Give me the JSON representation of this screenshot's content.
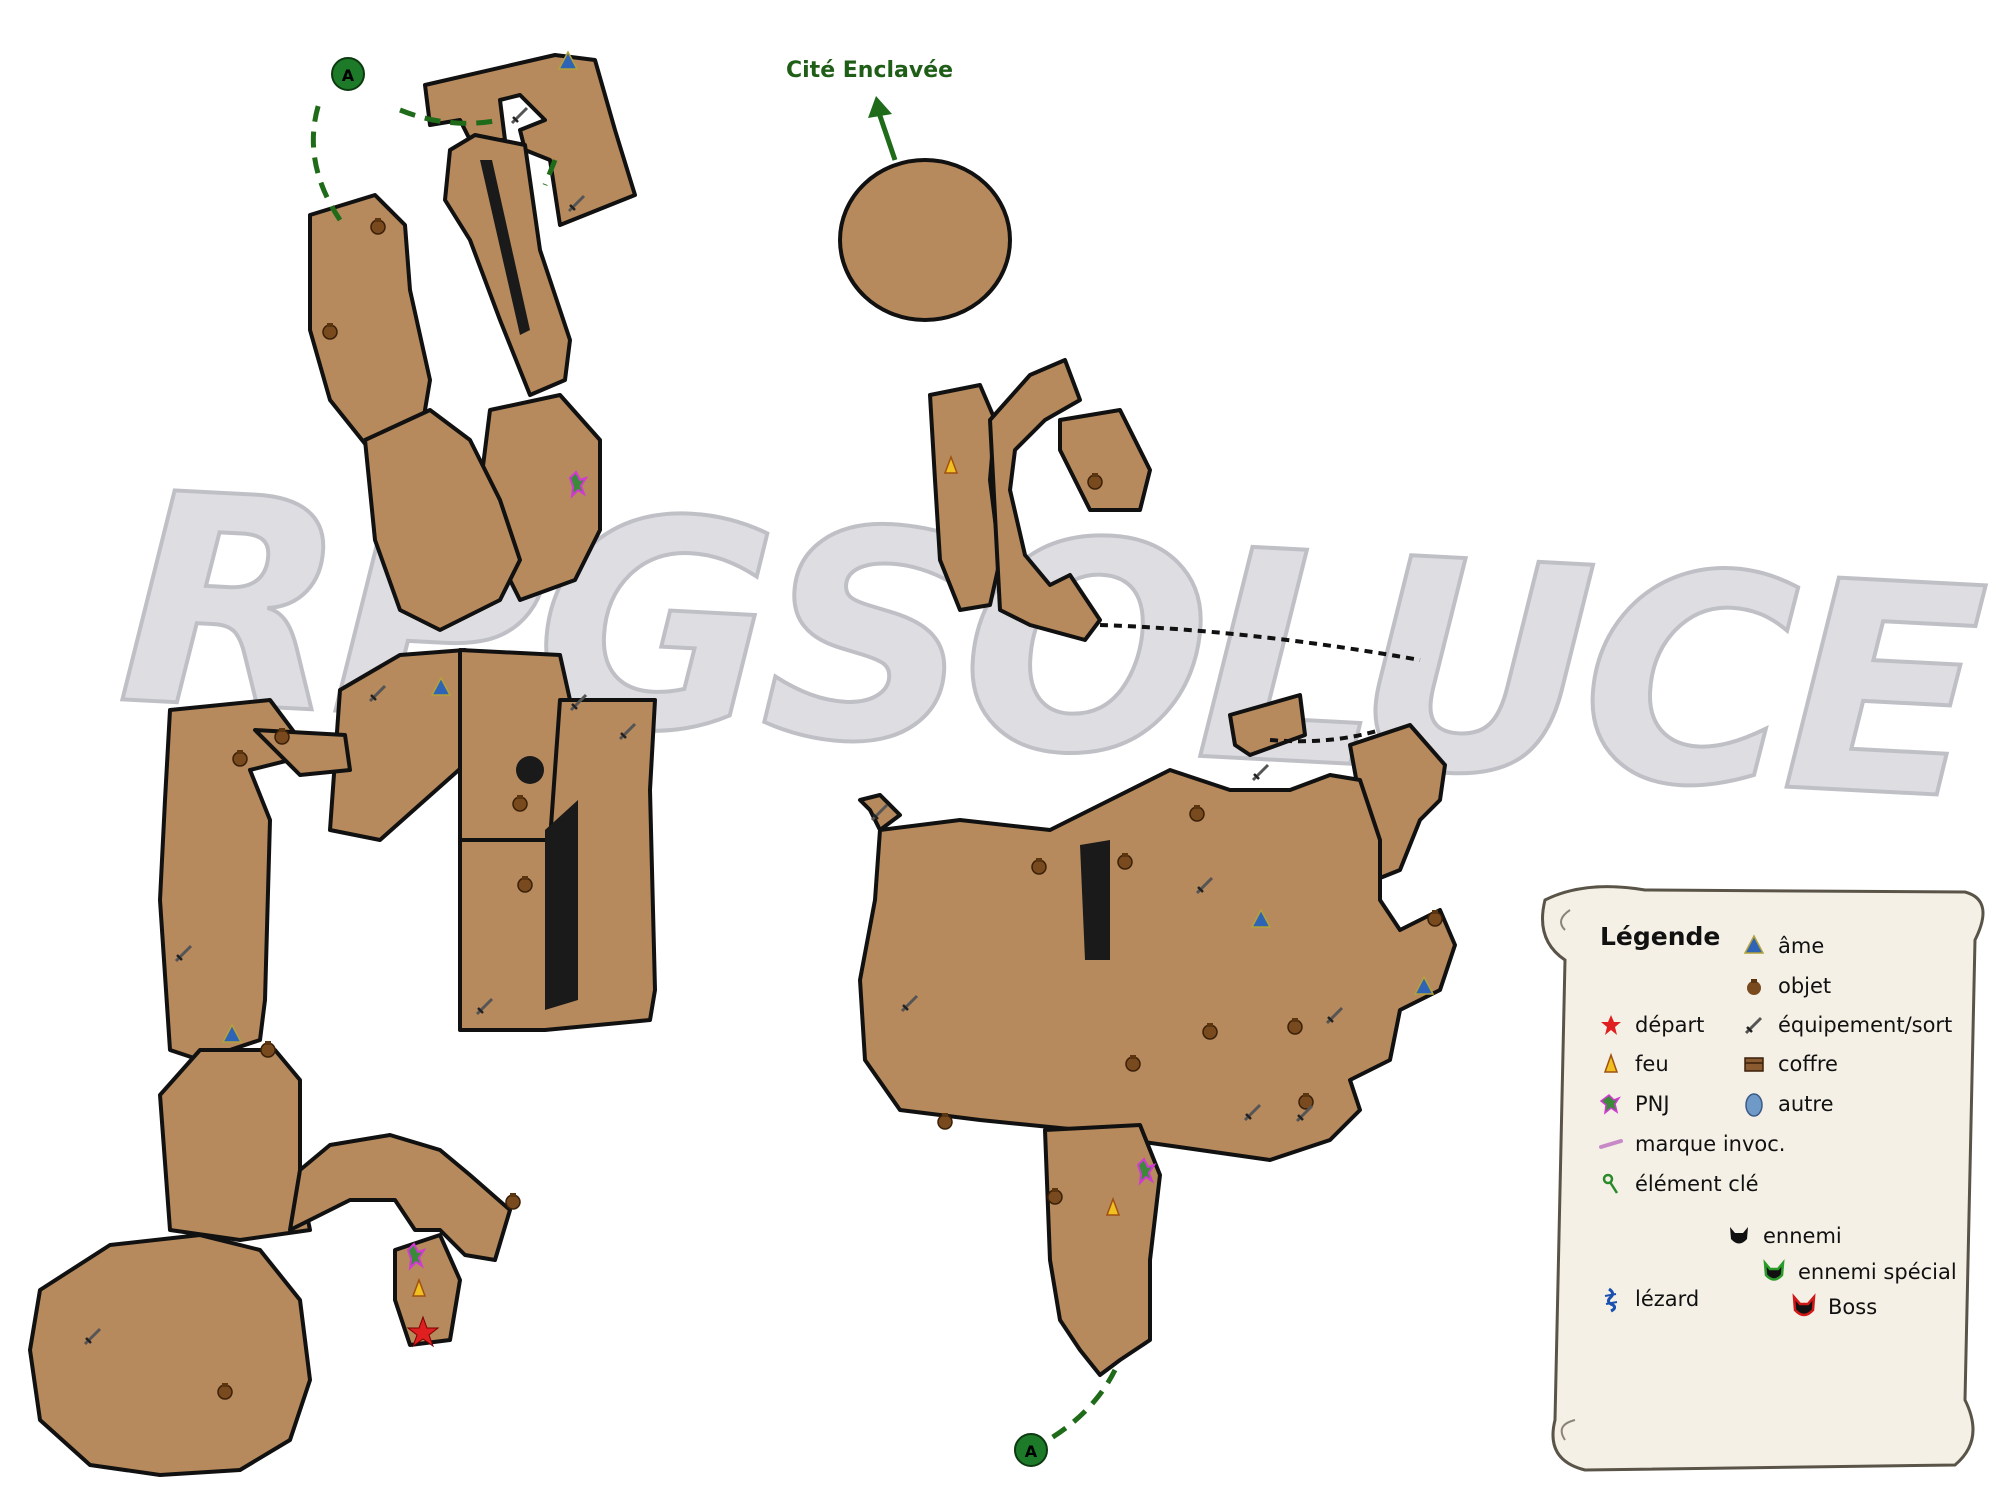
{
  "map": {
    "watermark": "RPGSOLUCE",
    "exit_label": "Cité Enclavée",
    "marker_a_left": "A",
    "marker_a_right": "A"
  },
  "legend": {
    "title": "Légende",
    "items": [
      {
        "label": "âme",
        "icon": "soul-icon"
      },
      {
        "label": "objet",
        "icon": "item-bag-icon"
      },
      {
        "label": "départ",
        "icon": "start-star-icon"
      },
      {
        "label": "équipement/sort",
        "icon": "sword-icon"
      },
      {
        "label": "feu",
        "icon": "bonfire-icon"
      },
      {
        "label": "coffre",
        "icon": "chest-icon"
      },
      {
        "label": "PNJ",
        "icon": "npc-icon"
      },
      {
        "label": "autre",
        "icon": "other-blob-icon"
      },
      {
        "label": "marque invoc.",
        "icon": "summon-mark-icon"
      },
      {
        "label": "élément clé",
        "icon": "key-item-icon"
      },
      {
        "label": "ennemi",
        "icon": "enemy-icon"
      },
      {
        "label": "ennemi spécial",
        "icon": "special-enemy-icon"
      },
      {
        "label": "lézard",
        "icon": "lizard-icon"
      },
      {
        "label": "Boss",
        "icon": "boss-icon"
      }
    ]
  },
  "colors": {
    "floor": "#b68a5c",
    "outline": "#111111",
    "path_green": "#1f6b1a",
    "soul_blue": "#2f63b5",
    "watermark": "#d4d4d8"
  }
}
